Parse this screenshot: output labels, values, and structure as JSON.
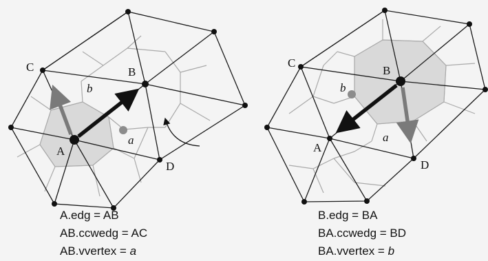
{
  "left_panel": {
    "labels": {
      "A": "A",
      "B": "B",
      "C": "C",
      "D": "D",
      "a": "a",
      "b": "b"
    },
    "caption": [
      {
        "prefix": "A.edg = AB",
        "value": ""
      },
      {
        "prefix": "AB.ccwedg = AC",
        "value": ""
      },
      {
        "prefix": "AB.vvertex = ",
        "value": "a"
      }
    ]
  },
  "right_panel": {
    "labels": {
      "A": "A",
      "B": "B",
      "C": "C",
      "D": "D",
      "a": "a",
      "b": "b"
    },
    "caption": [
      {
        "prefix": "B.edg = BA",
        "value": ""
      },
      {
        "prefix": "BA.ccwedg = BD",
        "value": ""
      },
      {
        "prefix": "BA.vvertex = ",
        "value": "b"
      }
    ]
  },
  "colors": {
    "primal_edge": "#1a1a1a",
    "voronoi_edge": "#a9a9a9",
    "black_arrow": "#111111",
    "gray_arrow": "#7a7a7a",
    "face_shading": "#d9d9d9"
  }
}
